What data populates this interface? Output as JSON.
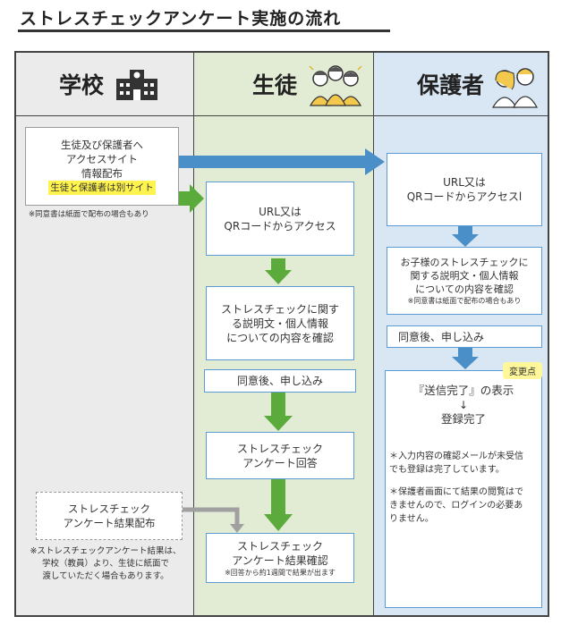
{
  "title": "ストレスチェックアンケート実施の流れ",
  "columns": {
    "school": {
      "label": "学校",
      "icon": "school-building-icon"
    },
    "student": {
      "label": "生徒",
      "icon": "students-group-icon"
    },
    "parent": {
      "label": "保護者",
      "icon": "parents-icon"
    }
  },
  "school": {
    "info_box": {
      "line1": "生徒及び保護者へ",
      "line2": "アクセスサイト",
      "line3": "情報配布",
      "highlight": "生徒と保護者は別サイト"
    },
    "info_note": "※同意書は紙面で配布の場合もあり",
    "result_box": {
      "line1": "ストレスチェック",
      "line2": "アンケート結果配布"
    },
    "result_note": {
      "line1": "※ストレスチェックアンケート結果は、",
      "line2": "学校（教員）より、生徒に紙面で",
      "line3": "渡していただく場合もあります。"
    }
  },
  "student": {
    "access_box": {
      "line1": "URL又は",
      "line2": "QRコードからアクセス"
    },
    "explain_box": {
      "line1": "ストレスチェックに関す",
      "line2": "る説明文・個人情報",
      "line3": "についての内容を確認"
    },
    "agree_box": "同意後、申し込み",
    "answer_box": {
      "line1": "ストレスチェック",
      "line2": "アンケート回答"
    },
    "confirm_box": {
      "line1": "ストレスチェック",
      "line2": "アンケート結果確認",
      "note": "※回答から約1週間で結果が出ます"
    }
  },
  "parent": {
    "access_box": {
      "line1": "URL又は",
      "line2": "QRコードからアクセスl"
    },
    "explain_box": {
      "line1": "お子様のストレスチェックに",
      "line2": "関する説明文・個人情報",
      "line3": "についての内容を確認",
      "note": "※同意書は紙面で配布の場合もあり"
    },
    "agree_box": "同意後、申し込み",
    "change_badge": "変更点",
    "complete_box": {
      "line1": "『送信完了』の表示",
      "arrow": "↓",
      "line2": "登録完了",
      "note1_l1": "＊入力内容の確認メールが未受信",
      "note1_l2": "でも登録は完了しています。",
      "note2_l1": "＊保護者画面にて結果の閲覧はで",
      "note2_l2": "きませんので、ログインの必要あ",
      "note2_l3": "りません。"
    }
  },
  "colors": {
    "green_arrow": "#5aaa3c",
    "blue_arrow": "#4b8fc9",
    "box_border": "#5b9bd5",
    "highlight": "#fff34d"
  }
}
